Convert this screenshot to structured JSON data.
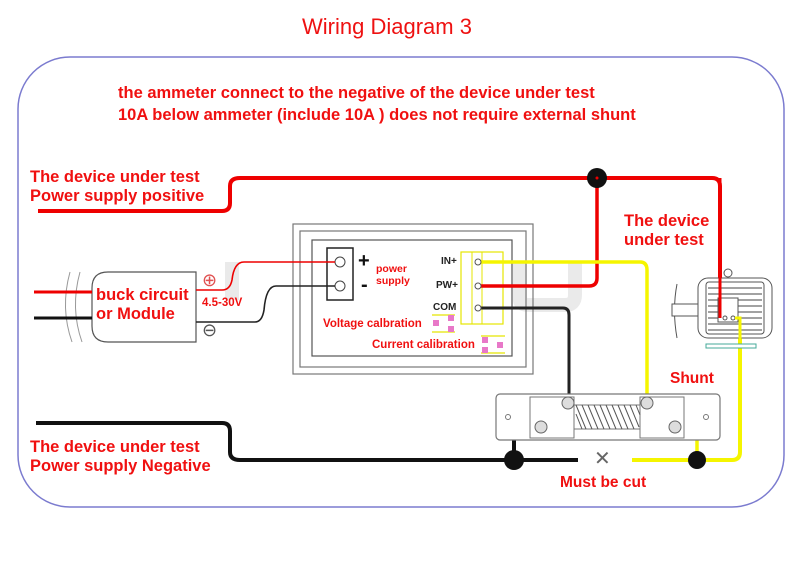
{
  "title": "Wiring Diagram 3",
  "notes": [
    "the ammeter connect to the negative of the device under test",
    "10A below ammeter (include 10A ) does not require external shunt"
  ],
  "labels": {
    "supply_positive": "The device under test\nPower supply positive",
    "supply_negative": "The device under test\nPower supply Negative",
    "device_under_test": "The device\nunder test",
    "buck_module": "buck circuit\nor Module",
    "voltage_range": "4.5-30V",
    "power_supply": "power\nsupply",
    "voltage_calibration": "Voltage calbration",
    "current_calibration": "Current calibration",
    "shunt": "Shunt",
    "must_be_cut": "Must be cut",
    "plus_sign": "+",
    "minus_sign": "-",
    "plus_symbol": "⊕",
    "minus_symbol": "⊖",
    "cut_mark": "✕"
  },
  "meter_pins": [
    "IN+",
    "PW+",
    "COM"
  ],
  "colors": {
    "text_red": "#f01010",
    "wire_red": "#ee0000",
    "wire_black": "#111111",
    "wire_yellow": "#f5f500",
    "border_blue": "#7777cc",
    "calibration_pink": "#e878c8"
  }
}
